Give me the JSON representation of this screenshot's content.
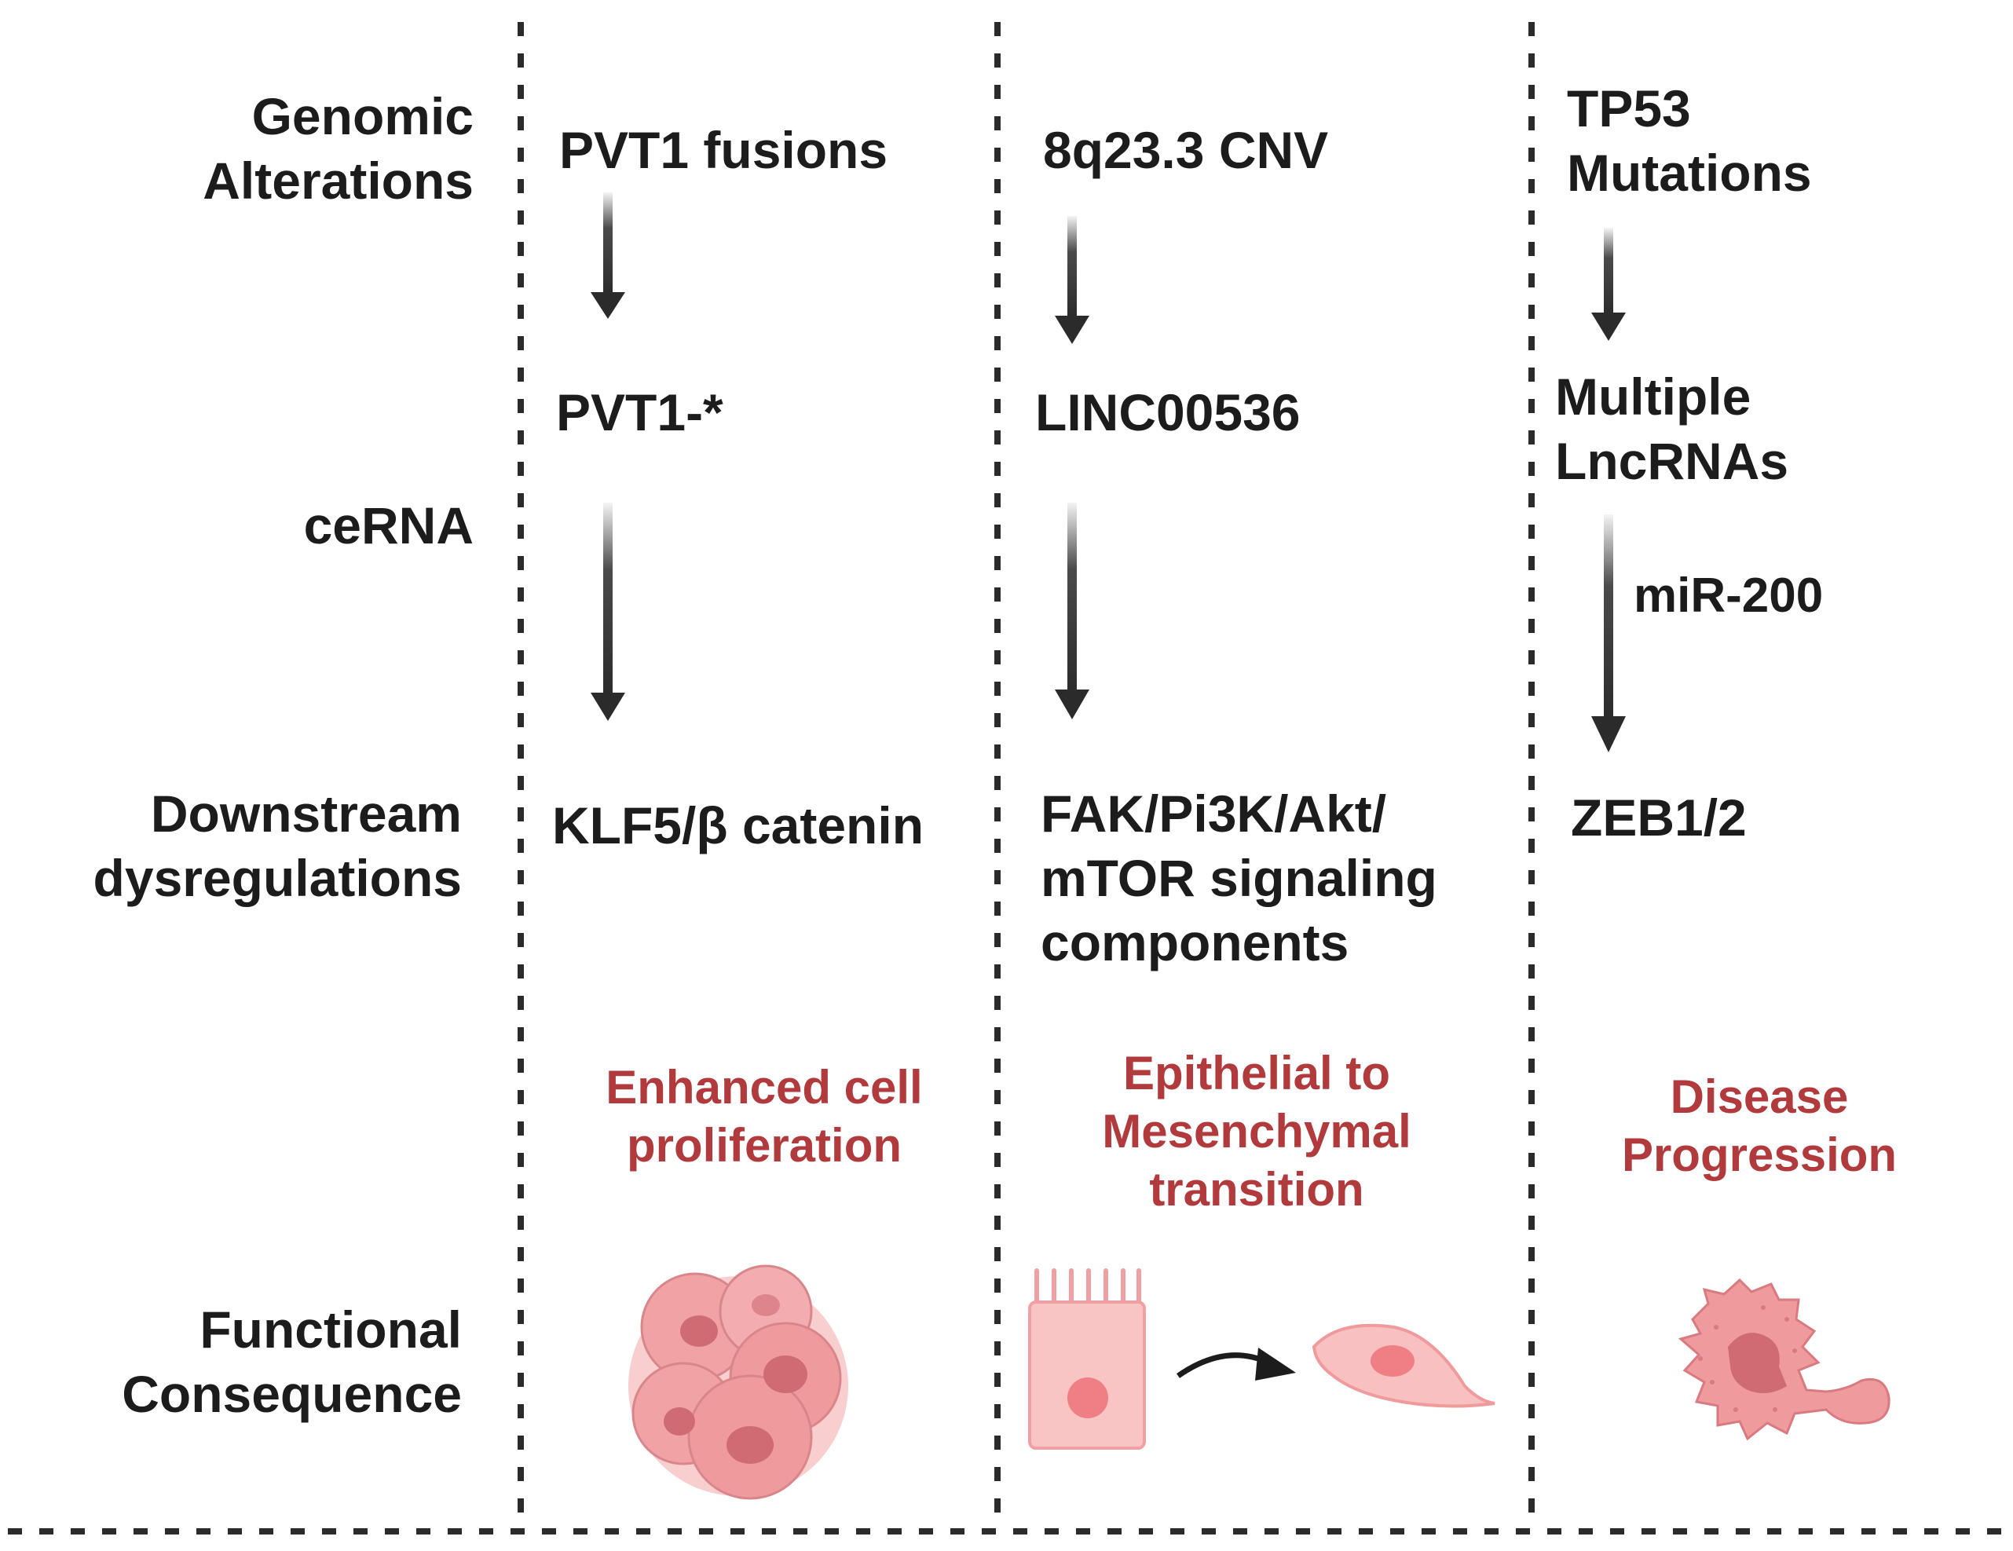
{
  "rows": {
    "genomic": "Genomic\nAlterations",
    "cerna": "ceRNA",
    "downstream": "Downstream\ndysregulations",
    "functional": "Functional\nConsequence"
  },
  "columns": [
    {
      "alteration": "PVT1 fusions",
      "lncrna": "PVT1-*",
      "downstream": "KLF5/β catenin",
      "consequence": "Enhanced cell\nproliferation"
    },
    {
      "alteration": "8q23.3 CNV",
      "lncrna": "LINC00536",
      "downstream": "FAK/Pi3K/Akt/\nmTOR signaling\ncomponents",
      "consequence": "Epithelial to\nMesenchymal\ntransition"
    },
    {
      "alteration": "TP53\nMutations",
      "lncrna": "Multiple\nLncRNAs",
      "arrow_label": "miR-200",
      "downstream": "ZEB1/2",
      "consequence": "Disease\nProgression"
    }
  ],
  "colors": {
    "text": "#1c1c1c",
    "consequence_text": "#b13a3d",
    "divider": "#2b2b2b",
    "cell_fill": "#ef9a9c",
    "cell_light": "#f6c2c3",
    "nucleus": "#cf6b73"
  },
  "icons": [
    "cell-cluster-icon",
    "epithelial-cell-icon",
    "transition-arrow-icon",
    "mesenchymal-cell-icon",
    "migrating-cell-icon"
  ]
}
